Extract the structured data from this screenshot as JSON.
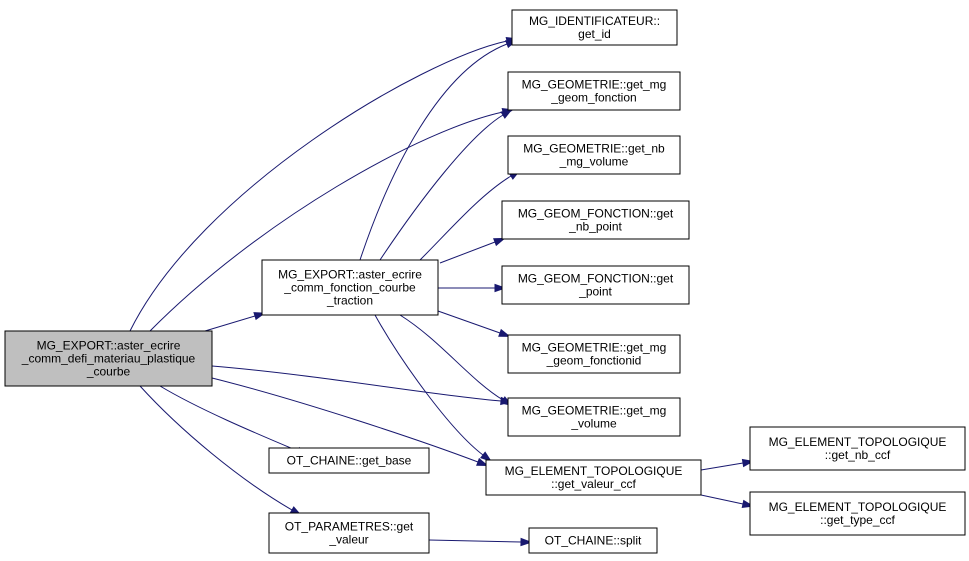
{
  "diagram": {
    "type": "call-graph",
    "edge_color": "#191970",
    "root_fill": "#bfbfbf",
    "node_fill": "#ffffff",
    "nodes": [
      {
        "id": "root",
        "lines": [
          "MG_EXPORT::aster_ecrire",
          "_comm_defi_materiau_plastique",
          "_courbe"
        ],
        "root": true
      },
      {
        "id": "fct",
        "lines": [
          "MG_EXPORT::aster_ecrire",
          "_comm_fonction_courbe",
          "_traction"
        ]
      },
      {
        "id": "getid",
        "lines": [
          "MG_IDENTIFICATEUR::",
          "get_id"
        ]
      },
      {
        "id": "geomf",
        "lines": [
          "MG_GEOMETRIE::get_mg",
          "_geom_fonction"
        ]
      },
      {
        "id": "nbvol",
        "lines": [
          "MG_GEOMETRIE::get_nb",
          "_mg_volume"
        ]
      },
      {
        "id": "nbpt",
        "lines": [
          "MG_GEOM_FONCTION::get",
          "_nb_point"
        ]
      },
      {
        "id": "point",
        "lines": [
          "MG_GEOM_FONCTION::get",
          "_point"
        ]
      },
      {
        "id": "geomfid",
        "lines": [
          "MG_GEOMETRIE::get_mg",
          "_geom_fonctionid"
        ]
      },
      {
        "id": "vol",
        "lines": [
          "MG_GEOMETRIE::get_mg",
          "_volume"
        ]
      },
      {
        "id": "valccf",
        "lines": [
          "MG_ELEMENT_TOPOLOGIQUE",
          "::get_valeur_ccf"
        ]
      },
      {
        "id": "nbccf",
        "lines": [
          "MG_ELEMENT_TOPOLOGIQUE",
          "::get_nb_ccf"
        ]
      },
      {
        "id": "typccf",
        "lines": [
          "MG_ELEMENT_TOPOLOGIQUE",
          "::get_type_ccf"
        ]
      },
      {
        "id": "base",
        "lines": [
          "OT_CHAINE::get_base"
        ]
      },
      {
        "id": "param",
        "lines": [
          "OT_PARAMETRES::get",
          "_valeur"
        ]
      },
      {
        "id": "split",
        "lines": [
          "OT_CHAINE::split"
        ]
      }
    ],
    "edges": [
      {
        "from": "root",
        "to": "fct"
      },
      {
        "from": "root",
        "to": "getid"
      },
      {
        "from": "root",
        "to": "geomf"
      },
      {
        "from": "root",
        "to": "vol"
      },
      {
        "from": "root",
        "to": "valccf"
      },
      {
        "from": "root",
        "to": "base"
      },
      {
        "from": "root",
        "to": "param"
      },
      {
        "from": "fct",
        "to": "getid"
      },
      {
        "from": "fct",
        "to": "geomf"
      },
      {
        "from": "fct",
        "to": "nbvol"
      },
      {
        "from": "fct",
        "to": "nbpt"
      },
      {
        "from": "fct",
        "to": "point"
      },
      {
        "from": "fct",
        "to": "geomfid"
      },
      {
        "from": "fct",
        "to": "vol"
      },
      {
        "from": "fct",
        "to": "valccf"
      },
      {
        "from": "valccf",
        "to": "nbccf"
      },
      {
        "from": "valccf",
        "to": "typccf"
      },
      {
        "from": "param",
        "to": "split"
      }
    ]
  }
}
